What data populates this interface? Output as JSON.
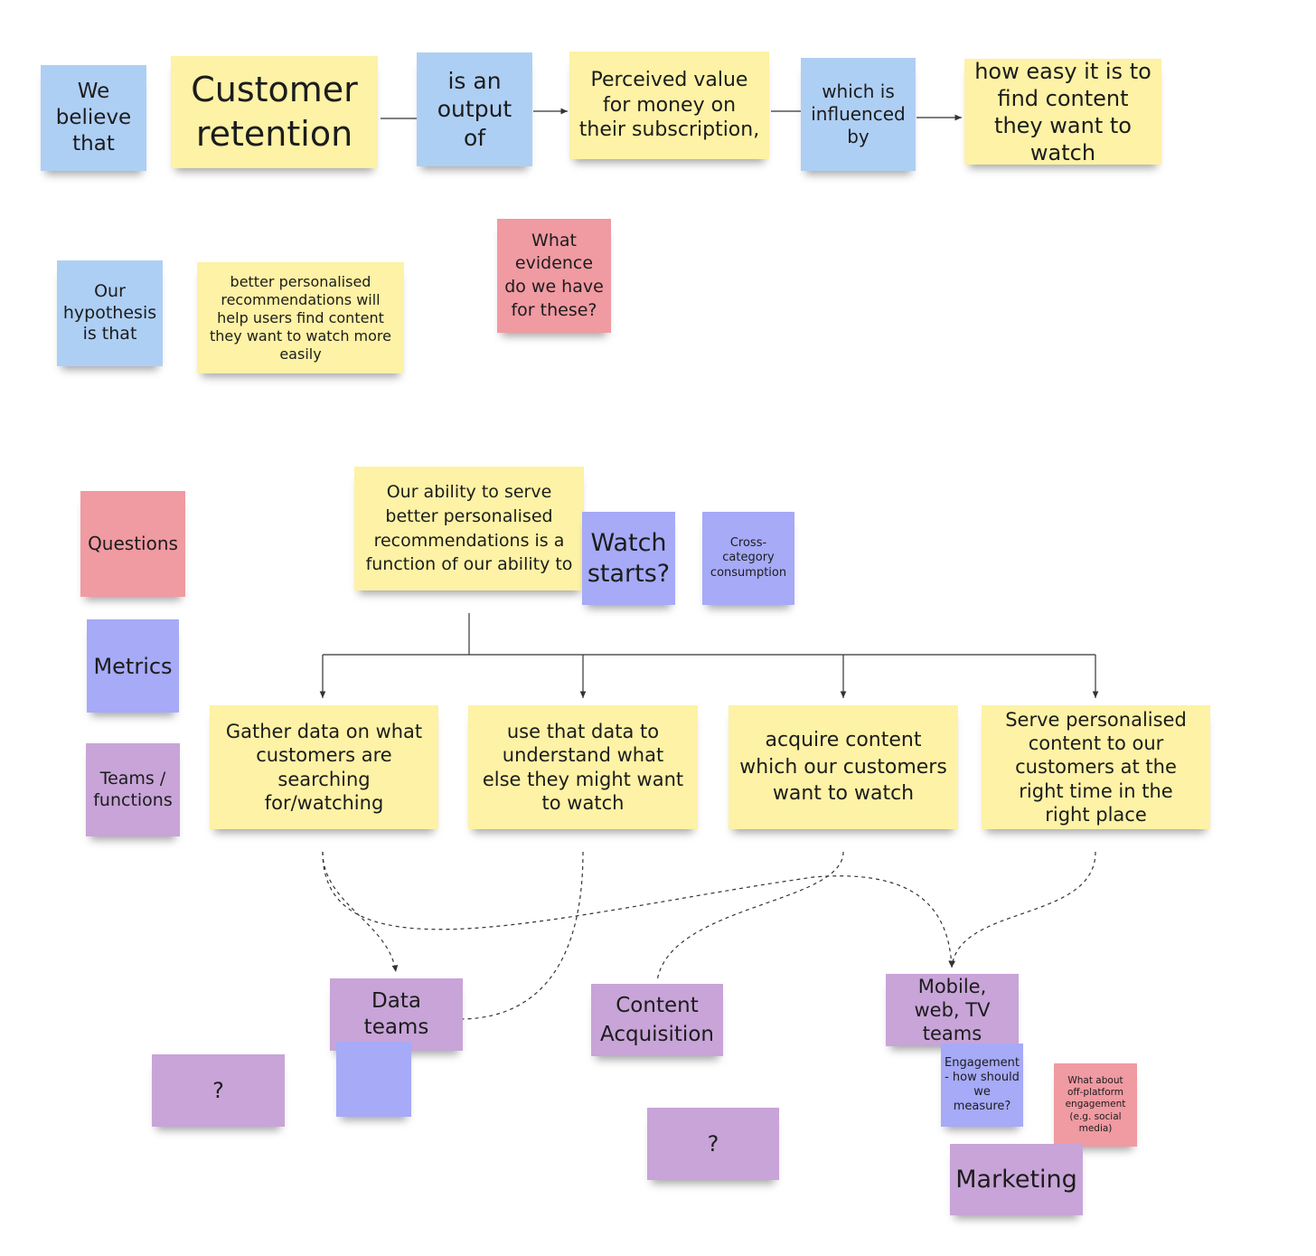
{
  "colors": {
    "yellow": "#fdf2a5",
    "blue": "#aecff4",
    "red": "#f09aa2",
    "periwinkle": "#a6aaf7",
    "violet": "#c8a4d8"
  },
  "statement": {
    "we_believe": "We believe that",
    "customer_retention": "Customer retention",
    "is_output_of": "is an output of",
    "perceived_value": "Perceived value for money on their subscription,",
    "influenced_by": "which is influenced by",
    "how_easy": "how easy it is to find content they want to watch"
  },
  "hypothesis": {
    "label": "Our hypothesis is that",
    "text": "better personalised recommendations will help users find content they want to watch more easily",
    "evidence_question": "What evidence do we have for these?"
  },
  "legend": {
    "questions": "Questions",
    "metrics": "Metrics",
    "teams": "Teams / functions"
  },
  "tree": {
    "root": "Our ability to serve better personalised recommendations is a function of our ability to",
    "metric_watch_starts": "Watch starts?",
    "metric_cross_category": "Cross-category consumption",
    "branches": [
      "Gather data on what customers are searching for/watching",
      "use that data to understand what else they might want to watch",
      "acquire content which  our customers want to watch",
      "Serve personalised content to our customers at the right time in the right place"
    ]
  },
  "teams": {
    "data_teams": "Data teams",
    "content_acquisition": "Content Acquisition",
    "mobile_web_tv": "Mobile, web, TV teams",
    "marketing": "Marketing",
    "unknown_1": "?",
    "unknown_2": "?",
    "engagement_metric": "Engagement - how should we measure?",
    "off_platform_question": "What about off-platform engagement (e.g. social media)"
  }
}
